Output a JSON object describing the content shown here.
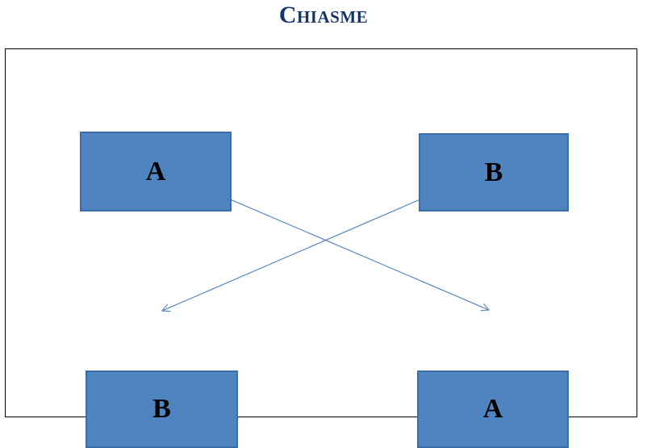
{
  "title": {
    "text": "Chiasme",
    "color": "#17336b"
  },
  "frame": {
    "border_color": "#000000",
    "background": "#ffffff"
  },
  "nodes": [
    {
      "id": "top-left",
      "label": "A",
      "fill": "#5084c0",
      "border": "#3a6ea8",
      "text_color": "#000000"
    },
    {
      "id": "top-right",
      "label": "B",
      "fill": "#5084c0",
      "border": "#3a6ea8",
      "text_color": "#000000"
    },
    {
      "id": "bottom-left",
      "label": "B",
      "fill": "#5084c0",
      "border": "#3a6ea8",
      "text_color": "#000000"
    },
    {
      "id": "bottom-right",
      "label": "A",
      "fill": "#5084c0",
      "border": "#3a6ea8",
      "text_color": "#000000"
    }
  ],
  "connectors": [
    {
      "id": "connector-topleft-to-bottomright",
      "from": "top-left",
      "to": "bottom-right",
      "style": "double-headed-arrow",
      "color": "#4a7ebb"
    },
    {
      "id": "connector-bottomleft-to-topright",
      "from": "bottom-left",
      "to": "top-right",
      "style": "double-headed-arrow",
      "color": "#4a7ebb"
    }
  ]
}
